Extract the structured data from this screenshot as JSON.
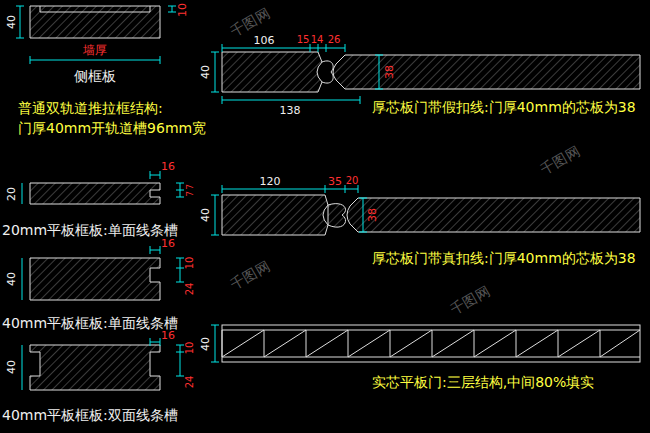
{
  "diagram": {
    "labels": [
      "40",
      "10",
      "墙厚",
      "侧框板",
      "普通双轨道推拉框结构:",
      "门厚40mm开轨道槽96mm宽",
      "106",
      "15",
      "14",
      "26",
      "40",
      "138",
      "38",
      "厚芯板门带假扣线:门厚40mm的芯板为38",
      "16",
      "20",
      "7",
      "7",
      "120",
      "35",
      "20",
      "40",
      "38",
      "20mm平板框板:单面线条槽",
      "厚芯板门带真扣线:门厚40mm的芯板为38",
      "16",
      "40",
      "10",
      "24",
      "40mm平板框板:单面线条槽",
      "16",
      "40",
      "10",
      "24",
      "40mm平板框板:双面线条槽",
      "40",
      "实芯平板门:三层结构,中间80%填实",
      "千图网",
      "千图网",
      "千图网",
      "千图网"
    ]
  }
}
